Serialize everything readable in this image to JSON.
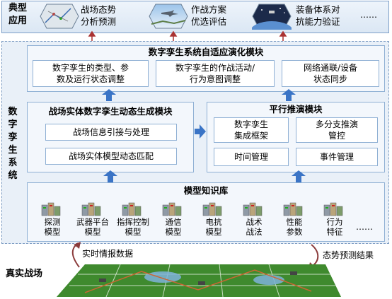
{
  "top": {
    "title_line1": "典型",
    "title_line2": "应用",
    "apps": [
      {
        "line1": "战场态势",
        "line2": "分析预测",
        "icon": "battlefield-map-icon"
      },
      {
        "line1": "作战方案",
        "line2": "优选评估",
        "icon": "flight-scene-icon"
      },
      {
        "line1": "装备体系对",
        "line2": "抗能力验证",
        "icon": "space-scene-icon"
      }
    ],
    "more": "……"
  },
  "system": {
    "side_label": [
      "数",
      "字",
      "孪",
      "生",
      "系",
      "统"
    ],
    "adaptive": {
      "title": "数字孪生系统自适应演化模块",
      "boxes": [
        {
          "line1": "数字孪生的类型、参",
          "line2": "数及运行状态调整"
        },
        {
          "line1": "数字孪生的作战活动/",
          "line2": "行为意图调整"
        },
        {
          "line1": "网络通联/设备",
          "line2": "状态同步"
        }
      ]
    },
    "entity": {
      "title": "战场实体数字孪生动态生成模块",
      "boxes": [
        "战场信息引接与处理",
        "战场实体模型动态匹配"
      ]
    },
    "parallel": {
      "title": "平行推演模块",
      "boxes": [
        {
          "line1": "数字孪生",
          "line2": "集成框架"
        },
        {
          "line1": "多分支推演",
          "line2": "管控"
        },
        {
          "line1": "时间管理",
          "line2": ""
        },
        {
          "line1": "事件管理",
          "line2": ""
        }
      ]
    },
    "knowledge": {
      "title": "模型知识库",
      "items": [
        {
          "line1": "探测",
          "line2": "模型"
        },
        {
          "line1": "武器平台",
          "line2": "模型"
        },
        {
          "line1": "指挥控制",
          "line2": "模型"
        },
        {
          "line1": "通信",
          "line2": "模型"
        },
        {
          "line1": "电抗",
          "line2": "模型"
        },
        {
          "line1": "战术",
          "line2": "战法"
        },
        {
          "line1": "性能",
          "line2": "参数"
        },
        {
          "line1": "行为",
          "line2": "特征"
        }
      ],
      "more": "……"
    }
  },
  "bottom": {
    "left_flow": "实时情报数据",
    "right_flow": "态势预测结果",
    "battlefield": "真实战场"
  },
  "colors": {
    "arrow": "#3a74c6",
    "module_border": "#8fb0d4",
    "flow_arrow": "#8b3b3b",
    "field_green": "#3f8a2e"
  }
}
